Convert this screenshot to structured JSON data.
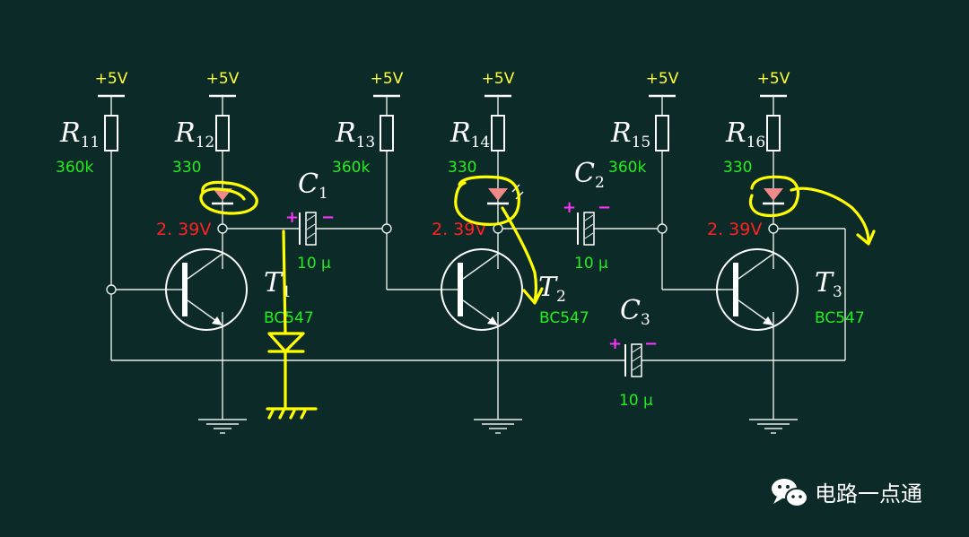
{
  "supply_label": "+5V",
  "resistors": [
    {
      "id": "R11",
      "letter": "R",
      "sub": "11",
      "value": "360k"
    },
    {
      "id": "R12",
      "letter": "R",
      "sub": "12",
      "value": "330"
    },
    {
      "id": "R13",
      "letter": "R",
      "sub": "13",
      "value": "360k"
    },
    {
      "id": "R14",
      "letter": "R",
      "sub": "14",
      "value": "330"
    },
    {
      "id": "R15",
      "letter": "R",
      "sub": "15",
      "value": "360k"
    },
    {
      "id": "R16",
      "letter": "R",
      "sub": "16",
      "value": "330"
    }
  ],
  "capacitors": [
    {
      "id": "C1",
      "letter": "C",
      "sub": "1",
      "value": "10 µ",
      "plus": "+",
      "minus": "−"
    },
    {
      "id": "C2",
      "letter": "C",
      "sub": "2",
      "value": "10 µ",
      "plus": "+",
      "minus": "−"
    },
    {
      "id": "C3",
      "letter": "C",
      "sub": "3",
      "value": "10 µ",
      "plus": "+",
      "minus": "−"
    }
  ],
  "transistors": [
    {
      "id": "T1",
      "letter": "T",
      "sub": "1",
      "model": "BC547"
    },
    {
      "id": "T2",
      "letter": "T",
      "sub": "2",
      "model": "BC547"
    },
    {
      "id": "T3",
      "letter": "T",
      "sub": "3",
      "model": "BC547"
    }
  ],
  "voltage_readings": [
    "2. 39V",
    "2. 39V",
    "2. 39V"
  ],
  "brand": {
    "name": "电路一点通",
    "icon": "wechat-icon"
  },
  "colors": {
    "background": "#0c2b28",
    "wire": "#e8ece8",
    "supply_text": "#ffff33",
    "value_text": "#22ee22",
    "voltage_text": "#ff2222",
    "polarity_text": "#ff33ff",
    "led": "#f08a8a",
    "annotation_ink": "#ffff00"
  }
}
